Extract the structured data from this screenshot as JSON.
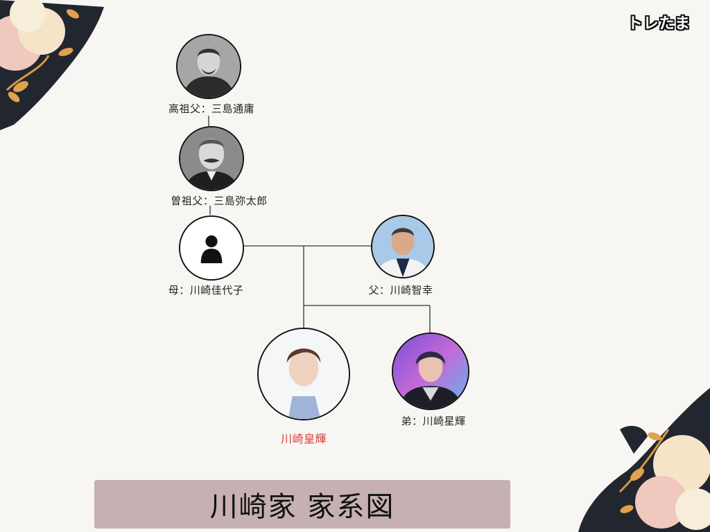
{
  "brand": "トレたま",
  "title": "川崎家 家系図",
  "colors": {
    "background": "#f8f6f2",
    "title_bar": "#c6b0b2",
    "highlight_text": "#e23a3a",
    "line": "#333333"
  },
  "people": [
    {
      "id": "great-great-grandfather",
      "label": "高祖父：三島通庸",
      "photo": "historical-photo"
    },
    {
      "id": "great-grandfather",
      "label": "曽祖父：三島弥太郎",
      "photo": "historical-photo"
    },
    {
      "id": "mother",
      "label": "母：川崎佳代子",
      "photo": "person-silhouette-icon"
    },
    {
      "id": "father",
      "label": "父：川崎智幸",
      "photo": "man-photo"
    },
    {
      "id": "subject",
      "label": "川崎皇輝",
      "photo": "young-man-photo",
      "highlight": true
    },
    {
      "id": "younger-brother",
      "label": "弟：川崎星輝",
      "photo": "young-man-photo"
    }
  ]
}
